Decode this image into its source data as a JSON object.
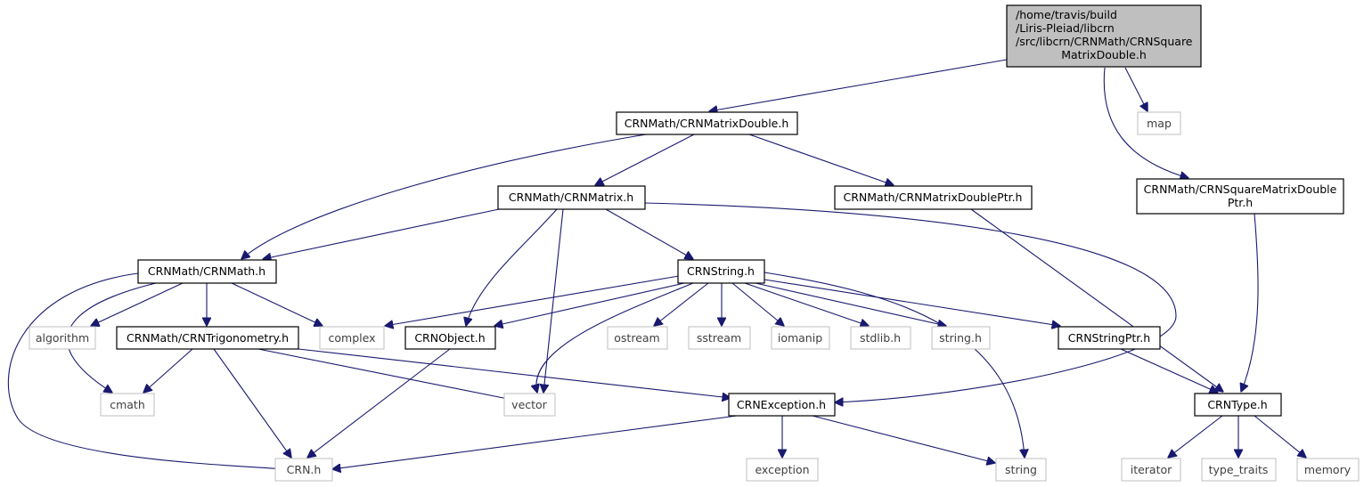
{
  "diagram": {
    "nodes": {
      "root": [
        "/home/travis/build",
        "/Liris-Pleiad/libcrn",
        "/src/libcrn/CRNMath/CRNSquare",
        "MatrixDouble.h"
      ],
      "crnmatrixdouble": "CRNMath/CRNMatrixDouble.h",
      "map": "map",
      "crnsquarematrixdoubleptr": [
        "CRNMath/CRNSquareMatrixDouble",
        "Ptr.h"
      ],
      "crnmatrix": "CRNMath/CRNMatrix.h",
      "crnmatrixdoubleptr": "CRNMath/CRNMatrixDoublePtr.h",
      "crnmath": "CRNMath/CRNMath.h",
      "crnstring": "CRNString.h",
      "algorithm": "algorithm",
      "crntrigonometry": "CRNMath/CRNTrigonometry.h",
      "complex": "complex",
      "crnobject": "CRNObject.h",
      "ostream": "ostream",
      "sstream": "sstream",
      "iomanip": "iomanip",
      "stdlib": "stdlib.h",
      "string_h": "string.h",
      "crnstringptr": "CRNStringPtr.h",
      "cmath": "cmath",
      "vector": "vector",
      "crnexception": "CRNException.h",
      "crntype": "CRNType.h",
      "crn": "CRN.h",
      "exception": "exception",
      "string": "string",
      "iterator": "iterator",
      "type_traits": "type_traits",
      "memory": "memory"
    },
    "edges": [
      [
        "root",
        "crnmatrixdouble"
      ],
      [
        "root",
        "map"
      ],
      [
        "root",
        "crnsquarematrixdoubleptr"
      ],
      [
        "crnmatrixdouble",
        "crnmath"
      ],
      [
        "crnmatrixdouble",
        "crnmatrix"
      ],
      [
        "crnmatrixdouble",
        "crnmatrixdoubleptr"
      ],
      [
        "crnmatrix",
        "crnmath"
      ],
      [
        "crnmatrix",
        "crnstring"
      ],
      [
        "crnmatrix",
        "crnobject"
      ],
      [
        "crnmatrix",
        "vector"
      ],
      [
        "crnmatrix",
        "crnexception"
      ],
      [
        "crnmatrixdoubleptr",
        "crntype"
      ],
      [
        "crnsquarematrixdoubleptr",
        "crntype"
      ],
      [
        "crnmath",
        "crn"
      ],
      [
        "crnmath",
        "cmath"
      ],
      [
        "crnmath",
        "algorithm"
      ],
      [
        "crnmath",
        "crntrigonometry"
      ],
      [
        "crnmath",
        "complex"
      ],
      [
        "crnstring",
        "complex"
      ],
      [
        "crnstring",
        "crnobject"
      ],
      [
        "crnstring",
        "vector"
      ],
      [
        "crnstring",
        "ostream"
      ],
      [
        "crnstring",
        "sstream"
      ],
      [
        "crnstring",
        "iomanip"
      ],
      [
        "crnstring",
        "stdlib"
      ],
      [
        "crnstring",
        "string_h"
      ],
      [
        "crnstring",
        "crnstringptr"
      ],
      [
        "crnstring",
        "string"
      ],
      [
        "crntrigonometry",
        "cmath"
      ],
      [
        "crntrigonometry",
        "crn"
      ],
      [
        "crntrigonometry",
        "vector"
      ],
      [
        "crntrigonometry",
        "crnexception"
      ],
      [
        "crnobject",
        "crn"
      ],
      [
        "crnstringptr",
        "crntype"
      ],
      [
        "crnexception",
        "crn"
      ],
      [
        "crnexception",
        "exception"
      ],
      [
        "crnexception",
        "string"
      ],
      [
        "crntype",
        "iterator"
      ],
      [
        "crntype",
        "type_traits"
      ],
      [
        "crntype",
        "memory"
      ]
    ]
  }
}
